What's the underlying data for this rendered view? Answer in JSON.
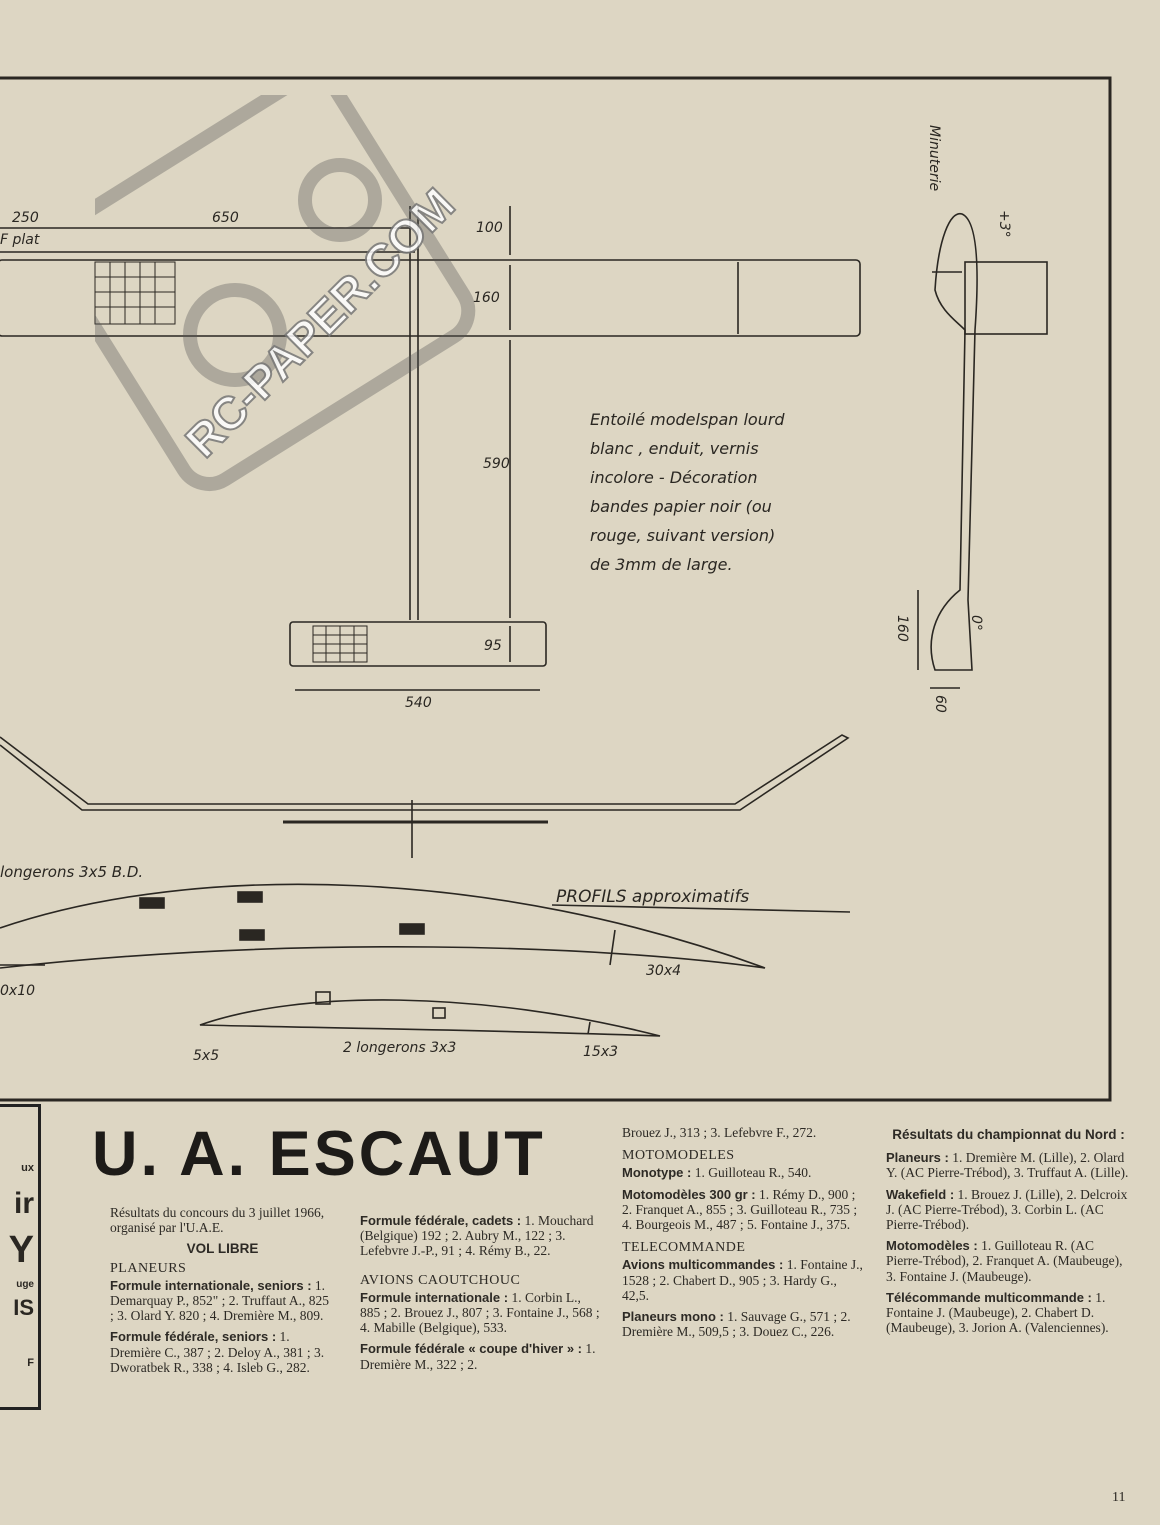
{
  "plan": {
    "dims": {
      "d250": "250",
      "plat": "F plat",
      "d650": "650",
      "d100": "100",
      "d160": "160",
      "d590": "590",
      "d95": "95",
      "d540": "540",
      "side_minuterie": "Minuterie",
      "side_plus3": "+3°",
      "side_zero": "0°",
      "side_160": "160",
      "side_60": "60"
    },
    "note_lines": [
      "Entoilé modelspan lourd",
      "blanc , enduit, vernis",
      "incolore - Décoration",
      "bandes papier noir (ou",
      "rouge, suivant version)",
      "de 3mm de large."
    ],
    "profiles": {
      "longerons_top": "longerons 3x5 B.D.",
      "title": "PROFILS approximatifs",
      "te1": "30x4",
      "le1": "0x10",
      "le2": "5x5",
      "spars2": "2 longerons 3x3",
      "te2": "15x3"
    }
  },
  "watermark": {
    "text": "RC-PAPER.COM"
  },
  "left_box": [
    "ux",
    "ir",
    "Y",
    "uge",
    "IS",
    "F"
  ],
  "article": {
    "title": "U. A. ESCAUT",
    "intro": "Résultats du concours du 3 juillet 1966, organisé par l'U.A.E.",
    "vol_libre": "VOL LIBRE",
    "planeurs": "PLANEURS",
    "c1_p1_b": "Formule internationale, seniors :",
    "c1_p1": " 1. Demarquay P., 852\" ; 2. Truffaut A., 825 ; 3. Olard Y. 820 ; 4. Dremière M., 809.",
    "c1_p2_b": "Formule fédérale, seniors :",
    "c1_p2": " 1. Dremière C., 387 ; 2. Deloy A., 381 ; 3. Dworatbek R., 338 ; 4. Isleb G., 282.",
    "c2_p1_b": "Formule fédérale, cadets :",
    "c2_p1": " 1. Mouchard (Belgique) 192 ; 2. Aubry M., 122 ; 3. Lefebvre J.-P., 91 ; 4. Rémy B., 22.",
    "caoutchouc": "AVIONS CAOUTCHOUC",
    "c2_p2_b": "Formule internationale :",
    "c2_p2": " 1. Corbin L., 885 ; 2. Brouez J., 807 ; 3. Fontaine J., 568 ; 4. Mabille (Belgique), 533.",
    "c2_p3_b": "Formule fédérale « coupe d'hiver » :",
    "c2_p3": " 1. Dremière M., 322 ; 2.",
    "c3_p0": "Brouez J., 313 ; 3. Lefebvre F., 272.",
    "motomodeles": "MOTOMODELES",
    "c3_p1_b": "Monotype :",
    "c3_p1": " 1. Guilloteau R., 540.",
    "c3_p2_b": "Motomodèles 300 gr :",
    "c3_p2": " 1. Rémy D., 900 ; 2. Franquet A., 855 ; 3. Guilloteau R., 735 ; 4. Bourgeois M., 487 ; 5. Fontaine J., 375.",
    "telecommande": "TELECOMMANDE",
    "c3_p3_b": "Avions multicommandes :",
    "c3_p3": " 1. Fontaine J., 1528 ; 2. Chabert D., 905 ; 3. Hardy G., 42,5.",
    "c3_p4_b": "Planeurs mono :",
    "c3_p4": " 1. Sauvage G., 571 ; 2. Dremière M., 509,5 ; 3. Douez C., 226.",
    "c4_head": "Résultats du championnat du Nord :",
    "c4_p1_b": "Planeurs :",
    "c4_p1": " 1. Dremière M. (Lille), 2. Olard Y. (AC Pierre-Trébod), 3. Truffaut A. (Lille).",
    "c4_p2_b": "Wakefield :",
    "c4_p2": " 1. Brouez J. (Lille), 2. Delcroix J. (AC Pierre-Trébod), 3. Corbin L. (AC Pierre-Trébod).",
    "c4_p3_b": "Motomodèles :",
    "c4_p3": " 1. Guilloteau R. (AC Pierre-Trébod), 2. Franquet A. (Maubeuge), 3. Fontaine J. (Maubeuge).",
    "c4_p4_b": "Télécommande multicommande :",
    "c4_p4": " 1. Fontaine J. (Maubeuge), 2. Chabert D. (Maubeuge), 3. Jorion A. (Valenciennes).",
    "page_number": "11"
  }
}
